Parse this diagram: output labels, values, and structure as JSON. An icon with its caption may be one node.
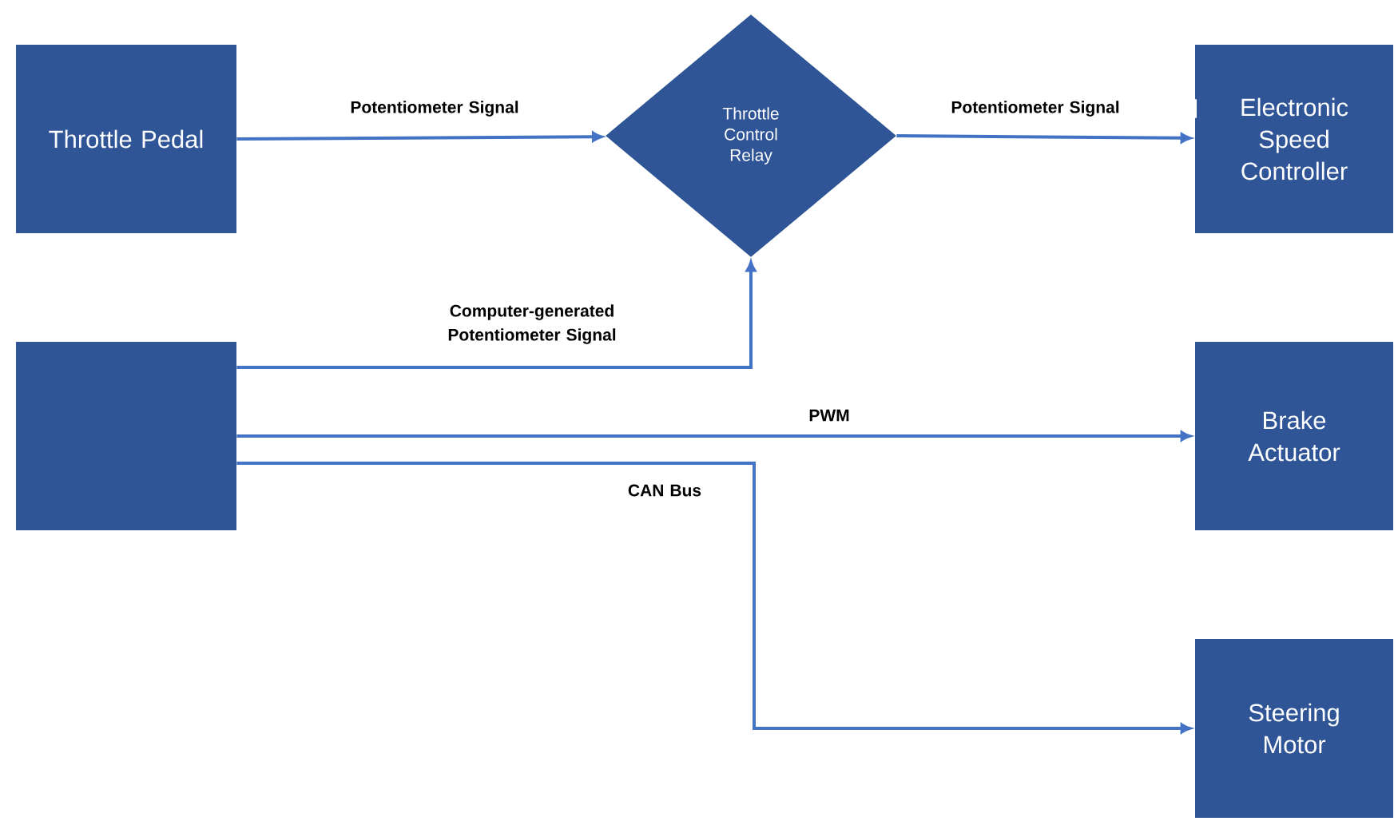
{
  "diagram": {
    "nodes": [
      {
        "text": [
          "Throttle Pedal"
        ]
      },
      {
        "text": [
          "Throttle Control Relay"
        ]
      },
      {
        "text": [
          "Electronic Speed Controller"
        ]
      },
      {
        "text": [],
        "shape": "box"
      },
      {
        "text": [
          "Brake Actuator"
        ]
      },
      {
        "text": [
          "Steering Motor"
        ]
      }
    ],
    "edges": [
      {
        "from": 0,
        "to": 1,
        "arrow": "to",
        "label": "Potentiometer Signal"
      },
      {
        "from": 1,
        "to": 2,
        "arrow": "to",
        "label": "Potentiometer Signal"
      },
      {
        "from": 3,
        "to": 1,
        "arrow": "to",
        "label": "Computer-generated Potentiometer Signal"
      },
      {
        "from": 3,
        "to": 4,
        "arrow": "to",
        "label": "PWM"
      },
      {
        "from": 3,
        "to": 5,
        "arrow": "to",
        "label": "CAN Bus"
      }
    ]
  }
}
